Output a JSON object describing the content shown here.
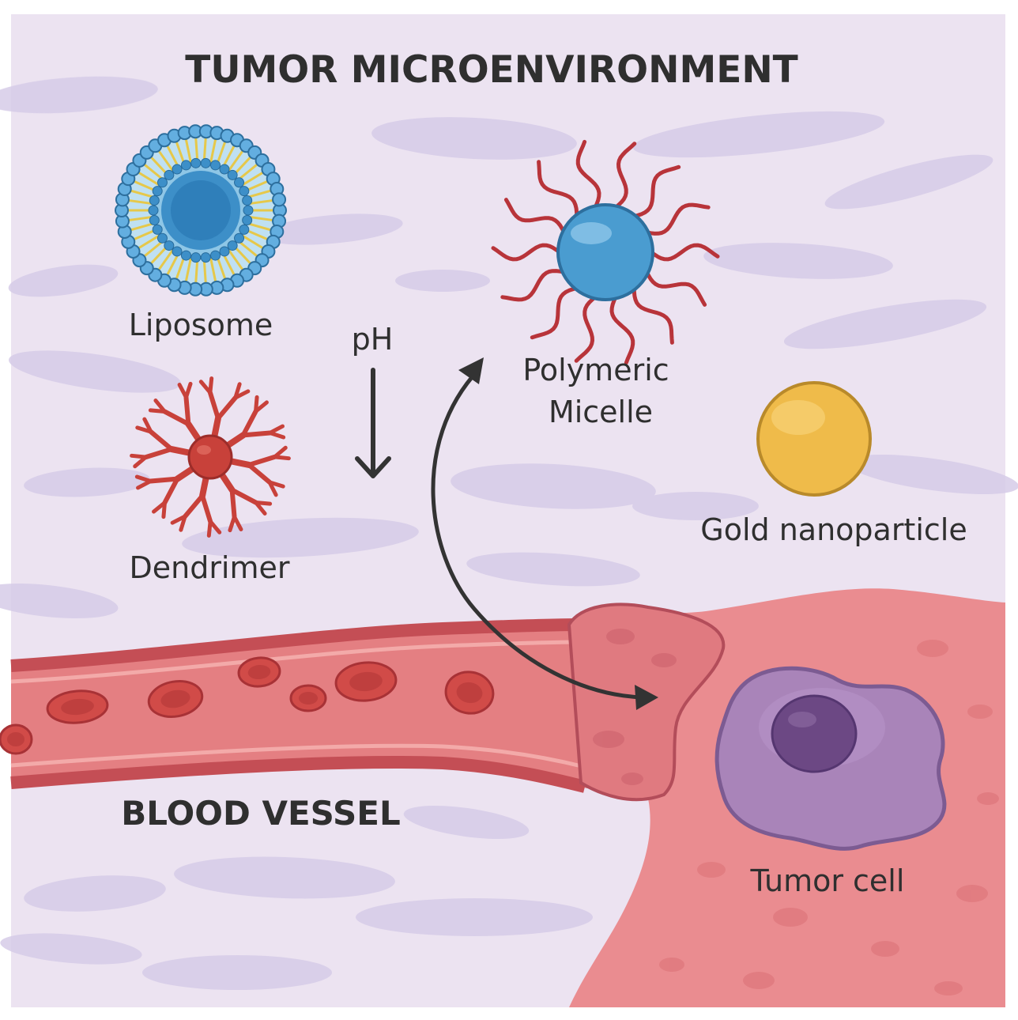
{
  "title": "TUMOR MICROENVIRONMENT",
  "labels": {
    "liposome": "Liposome",
    "dendrimer": "Dendrimer",
    "ph": "pH",
    "micelle_line1": "Polymeric",
    "micelle_line2": "Micelle",
    "gold": "Gold nanoparticle",
    "blood_vessel": "BLOOD VESSEL",
    "tumor_cell": "Tumor cell"
  },
  "colors": {
    "background": "#ece3f1",
    "tissue_streak": "#d3c9e7",
    "liposome_blue": "#3d8fc8",
    "liposome_tail": "#e6c84a",
    "dendrimer_red": "#c8413a",
    "micelle_core": "#4a9cd0",
    "micelle_tail": "#b8343a",
    "gold": "#efbb4a",
    "vessel_pink": "#e58585",
    "vessel_wall": "#c9535a",
    "rbc": "#d14b48",
    "tumor_tissue": "#ea8c90",
    "tumor_cell": "#a984b9",
    "nucleus": "#6c4884",
    "arrow": "#333333"
  }
}
